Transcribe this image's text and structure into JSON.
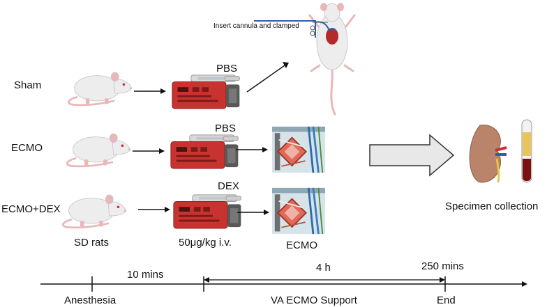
{
  "groups": {
    "sham": "Sham",
    "ecmo": "ECMO",
    "ecmo_dex": "ECMO+DEX"
  },
  "treatments": {
    "pbs_1": "PBS",
    "pbs_2": "PBS",
    "dex": "DEX"
  },
  "labels": {
    "insert_cannula": "Insert  cannula and clamped",
    "sd_rats": "SD rats",
    "dose": "50μg/kg i.v.",
    "ecmo": "ECMO",
    "specimen": "Specimen collection"
  },
  "timeline": {
    "interval_1": "10 mins",
    "interval_2": "4 h",
    "end_time": "250 mins",
    "anesthesia": "Anesthesia",
    "support": "VA ECMO Support",
    "end": "End"
  },
  "colors": {
    "pump_red": "#c8322f",
    "rat_body": "#ededed",
    "rat_pink": "#e9b7b7",
    "kidney": "#b9846a",
    "ecmo_frame": "#e06a5a"
  }
}
